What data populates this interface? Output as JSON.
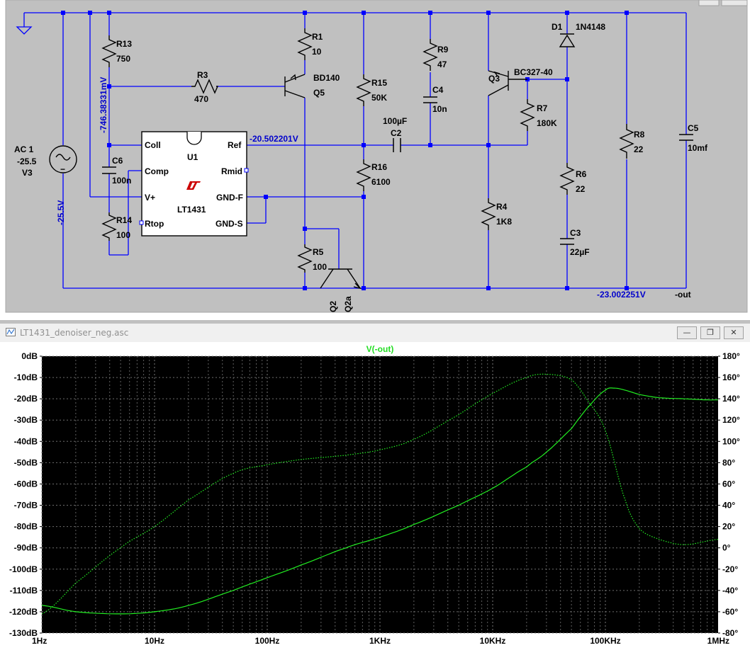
{
  "schematic": {
    "components": {
      "r13": {
        "ref": "R13",
        "value": "750"
      },
      "r1": {
        "ref": "R1",
        "value": "10"
      },
      "r3": {
        "ref": "R3",
        "value": "470"
      },
      "q5": {
        "model": "BD140",
        "ref": "Q5"
      },
      "r15": {
        "ref": "R15",
        "value": "50K"
      },
      "r9": {
        "ref": "R9",
        "value": "47"
      },
      "c4": {
        "ref": "C4",
        "value": "10n"
      },
      "c2": {
        "ref": "C2",
        "value": "100µF"
      },
      "q3": {
        "ref": "Q3",
        "model": "BC327-40"
      },
      "d1": {
        "ref": "D1",
        "model": "1N4148"
      },
      "r7": {
        "ref": "R7",
        "value": "180K"
      },
      "r8": {
        "ref": "R8",
        "value": "22"
      },
      "c5": {
        "ref": "C5",
        "value": "10mf"
      },
      "r6": {
        "ref": "R6",
        "value": "22"
      },
      "c3": {
        "ref": "C3",
        "value": "22µF"
      },
      "r16": {
        "ref": "R16",
        "value": "6100"
      },
      "r4": {
        "ref": "R4",
        "value": "1K8"
      },
      "r5": {
        "ref": "R5",
        "value": "100"
      },
      "q2": {
        "ref": "Q2",
        "model": "Q2a"
      },
      "c6": {
        "ref": "C6",
        "value": "100n"
      },
      "r14": {
        "ref": "R14",
        "value": "100"
      },
      "v3": {
        "line1": "AC 1",
        "line2": "-25.5",
        "ref": "V3"
      }
    },
    "u1": {
      "ref": "U1",
      "model": "LT1431",
      "pins": {
        "coll": "Coll",
        "ref": "Ref",
        "comp": "Comp",
        "rmid": "Rmid",
        "vplus": "V+",
        "gndf": "GND-F",
        "rtop": "Rtop",
        "gnds": "GND-S"
      }
    },
    "labels": {
      "v_r13": "-746.38331mV",
      "v_ref": "-20.502201V",
      "v_supply": "-25.5V",
      "v_out": "-23.002251V",
      "out_net": "-out"
    }
  },
  "plot_window": {
    "title": "LT1431_denoiser_neg.asc",
    "buttons": [
      "minimize",
      "restore",
      "close"
    ]
  },
  "chart_data": {
    "type": "line",
    "title": "V(-out)",
    "x_scale": "log",
    "xlim": [
      1,
      1000000
    ],
    "x_ticks": [
      "1Hz",
      "10Hz",
      "100Hz",
      "1KHz",
      "10KHz",
      "100KHz",
      "1MHz"
    ],
    "y_left_ticks": [
      "0dB",
      "-10dB",
      "-20dB",
      "-30dB",
      "-40dB",
      "-50dB",
      "-60dB",
      "-70dB",
      "-80dB",
      "-90dB",
      "-100dB",
      "-110dB",
      "-120dB",
      "-130dB"
    ],
    "y_right_ticks": [
      "180°",
      "160°",
      "140°",
      "120°",
      "100°",
      "80°",
      "60°",
      "40°",
      "20°",
      "0°",
      "-20°",
      "-40°",
      "-60°",
      "-80°"
    ],
    "ylim_left": [
      -130,
      0
    ],
    "ylim_right": [
      -80,
      180
    ],
    "grid": true,
    "colors": {
      "background": "#000000",
      "trace": "#22ee22",
      "grid": "#808080",
      "title": "#22dd22"
    },
    "series": [
      {
        "name": "V(-out)",
        "style": "solid",
        "axis": "left",
        "x": [
          1,
          2,
          5,
          10,
          20,
          50,
          100,
          200,
          500,
          1000,
          2000,
          5000,
          10000,
          20000,
          30000,
          50000,
          70000,
          100000,
          120000,
          150000,
          200000,
          300000,
          500000,
          800000,
          1000000
        ],
        "values": [
          -117,
          -120,
          -121,
          -120,
          -117,
          -110,
          -104,
          -98,
          -90,
          -85,
          -79,
          -70,
          -62,
          -52,
          -45,
          -34,
          -24,
          -16,
          -15,
          -16,
          -18,
          -19.5,
          -20,
          -20.5,
          -20.5
        ]
      },
      {
        "name": "phase",
        "style": "dotted",
        "axis": "right",
        "x": [
          1,
          2,
          5,
          10,
          20,
          50,
          100,
          200,
          500,
          1000,
          2000,
          5000,
          10000,
          20000,
          30000,
          50000,
          70000,
          100000,
          150000,
          200000,
          300000,
          500000,
          1000000
        ],
        "values": [
          -62,
          -33,
          0,
          20,
          45,
          70,
          78,
          83,
          87,
          92,
          102,
          125,
          145,
          160,
          163,
          158,
          138,
          110,
          45,
          18,
          8,
          3,
          8
        ]
      }
    ]
  }
}
